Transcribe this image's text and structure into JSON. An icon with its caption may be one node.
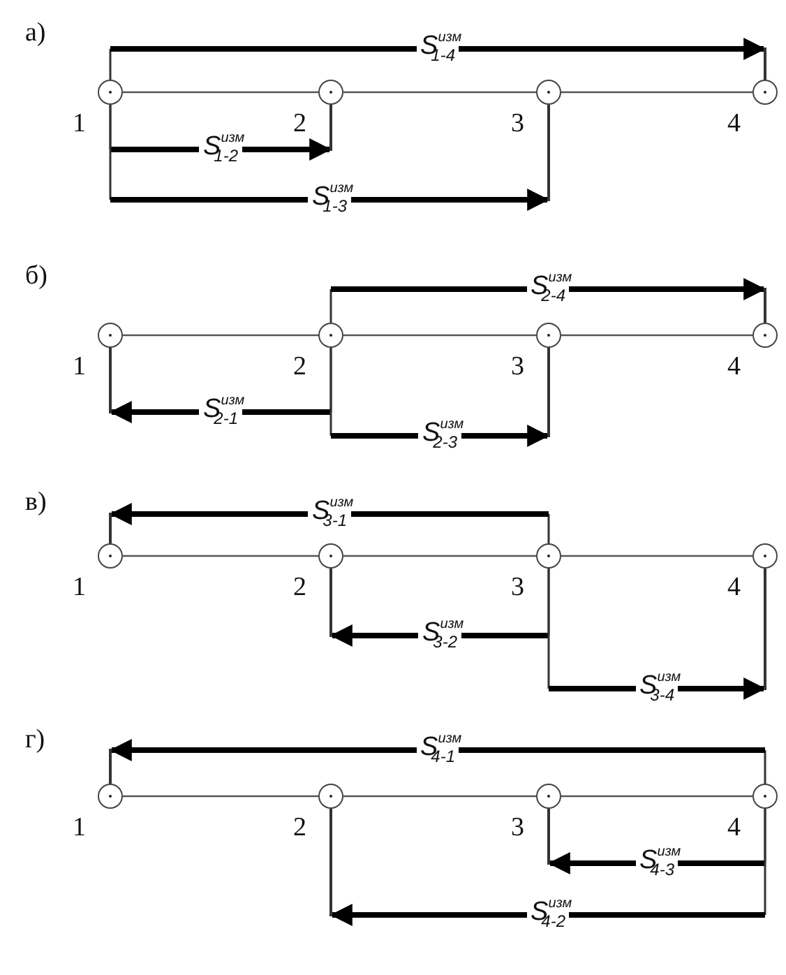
{
  "diagram": {
    "nodes": [
      {
        "text": [],
        "shape": "circle",
        "beside": [
          "1"
        ]
      },
      {
        "text": [],
        "shape": "circle",
        "beside": [
          "2"
        ]
      },
      {
        "text": [],
        "shape": "circle",
        "beside": [
          "3"
        ]
      },
      {
        "text": [],
        "shape": "circle",
        "beside": [
          "4"
        ]
      },
      {
        "text": [],
        "shape": "circle",
        "beside": [
          "1"
        ]
      },
      {
        "text": [],
        "shape": "circle",
        "beside": [
          "2"
        ]
      },
      {
        "text": [],
        "shape": "circle",
        "beside": [
          "3"
        ]
      },
      {
        "text": [],
        "shape": "circle",
        "beside": [
          "4"
        ]
      },
      {
        "text": [],
        "shape": "circle",
        "beside": [
          "1"
        ]
      },
      {
        "text": [],
        "shape": "circle",
        "beside": [
          "2"
        ]
      },
      {
        "text": [],
        "shape": "circle",
        "beside": [
          "3"
        ]
      },
      {
        "text": [],
        "shape": "circle",
        "beside": [
          "4"
        ]
      },
      {
        "text": [],
        "shape": "circle",
        "beside": [
          "1"
        ]
      },
      {
        "text": [],
        "shape": "circle",
        "beside": [
          "2"
        ]
      },
      {
        "text": [],
        "shape": "circle",
        "beside": [
          "3"
        ]
      },
      {
        "text": [],
        "shape": "circle",
        "beside": [
          "4"
        ]
      },
      {
        "text": [],
        "shape": "bar"
      },
      {
        "text": [],
        "shape": "bar"
      },
      {
        "text": [],
        "shape": "bar"
      },
      {
        "text": [],
        "shape": "bar"
      },
      {
        "text": [],
        "shape": "bar"
      },
      {
        "text": [],
        "shape": "bar"
      },
      {
        "text": [],
        "shape": "bar"
      },
      {
        "text": [],
        "shape": "bar"
      },
      {
        "text": [],
        "shape": "bar"
      },
      {
        "text": [],
        "shape": "bar"
      },
      {
        "text": [],
        "shape": "bar"
      },
      {
        "text": [],
        "shape": "bar"
      }
    ],
    "edges": [
      {
        "from": 0,
        "to": 1,
        "arrow": "none"
      },
      {
        "from": 1,
        "to": 2,
        "arrow": "none"
      },
      {
        "from": 2,
        "to": 3,
        "arrow": "none"
      },
      {
        "from": 0,
        "to": 16,
        "arrow": "to",
        "label": "S$^{изм}$$_{1-4}$",
        "style": "thick"
      },
      {
        "from": 0,
        "to": 17,
        "arrow": "to",
        "label": "S$^{изм}$$_{1-2}$",
        "style": "thick"
      },
      {
        "from": 0,
        "to": 18,
        "arrow": "to",
        "label": "S$^{изм}$$_{1-3}$",
        "style": "thick"
      },
      {
        "from": 4,
        "to": 5,
        "arrow": "none"
      },
      {
        "from": 5,
        "to": 6,
        "arrow": "none"
      },
      {
        "from": 6,
        "to": 7,
        "arrow": "none"
      },
      {
        "from": 5,
        "to": 19,
        "arrow": "to",
        "label": "S$^{изм}$$_{2-4}$",
        "style": "thick"
      },
      {
        "from": 5,
        "to": 20,
        "arrow": "to",
        "label": "S$^{изм}$$_{2-1}$",
        "style": "thick"
      },
      {
        "from": 5,
        "to": 21,
        "arrow": "to",
        "label": "S$^{изм}$$_{2-3}$",
        "style": "thick"
      },
      {
        "from": 8,
        "to": 9,
        "arrow": "none"
      },
      {
        "from": 9,
        "to": 10,
        "arrow": "none"
      },
      {
        "from": 10,
        "to": 11,
        "arrow": "none"
      },
      {
        "from": 10,
        "to": 22,
        "arrow": "to",
        "label": "S$^{изм}$$_{3-1}$",
        "style": "thick"
      },
      {
        "from": 10,
        "to": 23,
        "arrow": "to",
        "label": "S$^{изм}$$_{3-2}$",
        "style": "thick"
      },
      {
        "from": 10,
        "to": 24,
        "arrow": "to",
        "label": "S$^{изм}$$_{3-4}$",
        "style": "thick"
      },
      {
        "from": 12,
        "to": 13,
        "arrow": "none"
      },
      {
        "from": 13,
        "to": 14,
        "arrow": "none"
      },
      {
        "from": 14,
        "to": 15,
        "arrow": "none"
      },
      {
        "from": 15,
        "to": 25,
        "arrow": "to",
        "label": "S$^{изм}$$_{4-1}$",
        "style": "thick"
      },
      {
        "from": 15,
        "to": 26,
        "arrow": "to",
        "label": "S$^{изм}$$_{4-3}$",
        "style": "thick"
      },
      {
        "from": 15,
        "to": 27,
        "arrow": "to",
        "label": "S$^{изм}$$_{4-2}$",
        "style": "thick"
      }
    ],
    "labels": [
      "а)",
      "б)",
      "в)",
      "г)"
    ]
  }
}
